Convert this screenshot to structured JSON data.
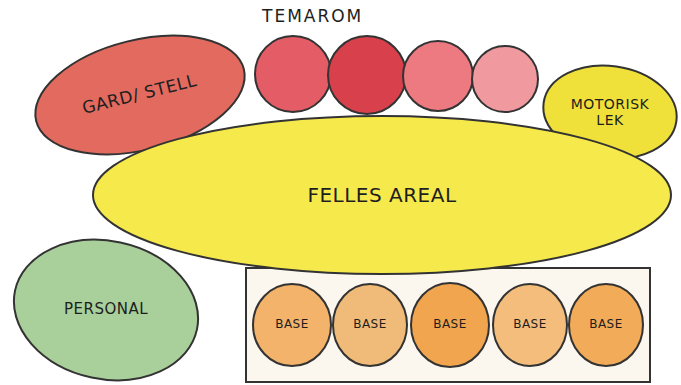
{
  "diagram": {
    "nodes": [
      {
        "text": [
          "GARD/ STELL"
        ]
      },
      {
        "text": [
          "MOTORISK LEK"
        ]
      },
      {
        "text": [
          "FELLES AREAL"
        ]
      },
      {
        "text": [
          "PERSONAL"
        ]
      },
      {
        "text": [
          "BASE"
        ]
      },
      {
        "text": [
          "BASE"
        ]
      },
      {
        "text": [
          "BASE"
        ]
      },
      {
        "text": [
          "BASE"
        ]
      },
      {
        "text": [
          "BASE"
        ]
      }
    ],
    "labels": [
      "TEMAROM"
    ]
  }
}
